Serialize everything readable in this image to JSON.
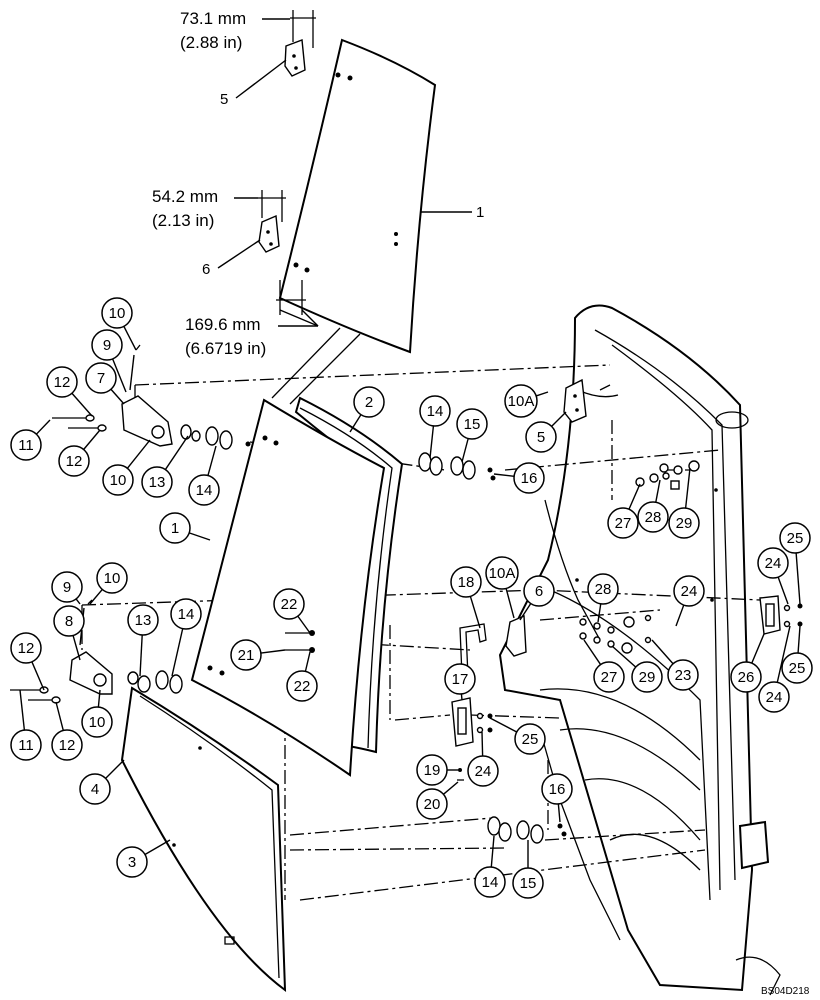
{
  "dimensions": {
    "d1_mm": "73.1 mm",
    "d1_in": "(2.88 in)",
    "d2_mm": "54.2 mm",
    "d2_in": "(2.13 in)",
    "d3_mm": "169.6 mm",
    "d3_in": "(6.6719 in)"
  },
  "callouts": [
    {
      "id": "c5top",
      "label": "5"
    },
    {
      "id": "c6top",
      "label": "6"
    },
    {
      "id": "c1top",
      "label": "1"
    },
    {
      "id": "c10a",
      "label": "10"
    },
    {
      "id": "c9a",
      "label": "9"
    },
    {
      "id": "c7",
      "label": "7"
    },
    {
      "id": "c12a",
      "label": "12"
    },
    {
      "id": "c11a",
      "label": "11"
    },
    {
      "id": "c12b",
      "label": "12"
    },
    {
      "id": "c10b",
      "label": "10"
    },
    {
      "id": "c13a",
      "label": "13"
    },
    {
      "id": "c14a",
      "label": "14"
    },
    {
      "id": "c2",
      "label": "2"
    },
    {
      "id": "c14b",
      "label": "14"
    },
    {
      "id": "c15a",
      "label": "15"
    },
    {
      "id": "c16a",
      "label": "16"
    },
    {
      "id": "c10Aa",
      "label": "10A"
    },
    {
      "id": "c5",
      "label": "5"
    },
    {
      "id": "c27a",
      "label": "27"
    },
    {
      "id": "c28a",
      "label": "28"
    },
    {
      "id": "c29a",
      "label": "29"
    },
    {
      "id": "c1",
      "label": "1"
    },
    {
      "id": "c9b",
      "label": "9"
    },
    {
      "id": "c10c",
      "label": "10"
    },
    {
      "id": "c8",
      "label": "8"
    },
    {
      "id": "c13b",
      "label": "13"
    },
    {
      "id": "c14c",
      "label": "14"
    },
    {
      "id": "c12c",
      "label": "12"
    },
    {
      "id": "c11b",
      "label": "11"
    },
    {
      "id": "c12d",
      "label": "12"
    },
    {
      "id": "c10d",
      "label": "10"
    },
    {
      "id": "c22a",
      "label": "22"
    },
    {
      "id": "c21",
      "label": "21"
    },
    {
      "id": "c22b",
      "label": "22"
    },
    {
      "id": "c18",
      "label": "18"
    },
    {
      "id": "c10Ab",
      "label": "10A"
    },
    {
      "id": "c6",
      "label": "6"
    },
    {
      "id": "c28b",
      "label": "28"
    },
    {
      "id": "c24a",
      "label": "24"
    },
    {
      "id": "c25a",
      "label": "25"
    },
    {
      "id": "c24b",
      "label": "24"
    },
    {
      "id": "c27b",
      "label": "27"
    },
    {
      "id": "c29b",
      "label": "29"
    },
    {
      "id": "c23",
      "label": "23"
    },
    {
      "id": "c26",
      "label": "26"
    },
    {
      "id": "c24c",
      "label": "24"
    },
    {
      "id": "c25b",
      "label": "25"
    },
    {
      "id": "c17",
      "label": "17"
    },
    {
      "id": "c25c",
      "label": "25"
    },
    {
      "id": "c24d",
      "label": "24"
    },
    {
      "id": "c19",
      "label": "19"
    },
    {
      "id": "c20",
      "label": "20"
    },
    {
      "id": "c4",
      "label": "4"
    },
    {
      "id": "c3",
      "label": "3"
    },
    {
      "id": "c16b",
      "label": "16"
    },
    {
      "id": "c14d",
      "label": "14"
    },
    {
      "id": "c15b",
      "label": "15"
    }
  ],
  "drawing_code": "BS04D218"
}
